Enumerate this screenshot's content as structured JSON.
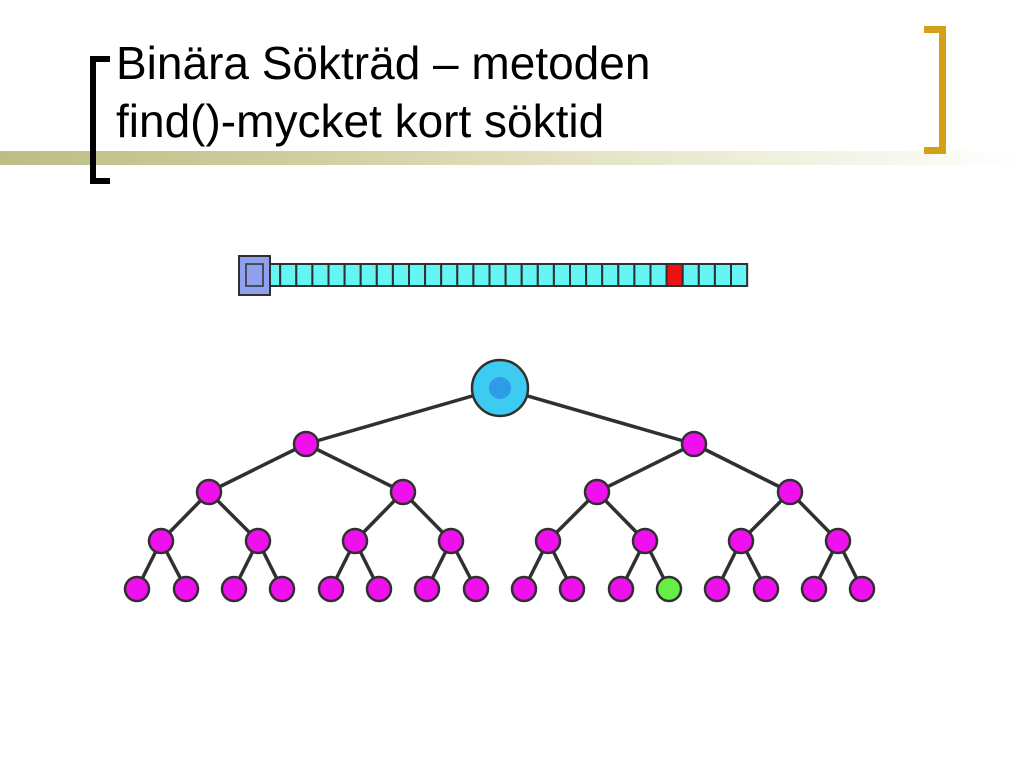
{
  "slide": {
    "title_line1": "Binära Sökträd – metoden",
    "title_line2": "find()-mycket kort söktid"
  },
  "diagram": {
    "array": {
      "cell_count": 31,
      "highlighted_cell": 26,
      "highlight_color": "#ee1111",
      "cell_color": "#66f5f5",
      "head_color": "#8fa0ee"
    },
    "tree": {
      "levels": 5,
      "leaf_count": 16,
      "found_leaf": 11,
      "root_color": "#3ecbf2",
      "root_inner_color": "#2e9be8",
      "node_color": "#ee11ee",
      "found_color": "#66ee44",
      "edge_color": "#303030"
    }
  }
}
